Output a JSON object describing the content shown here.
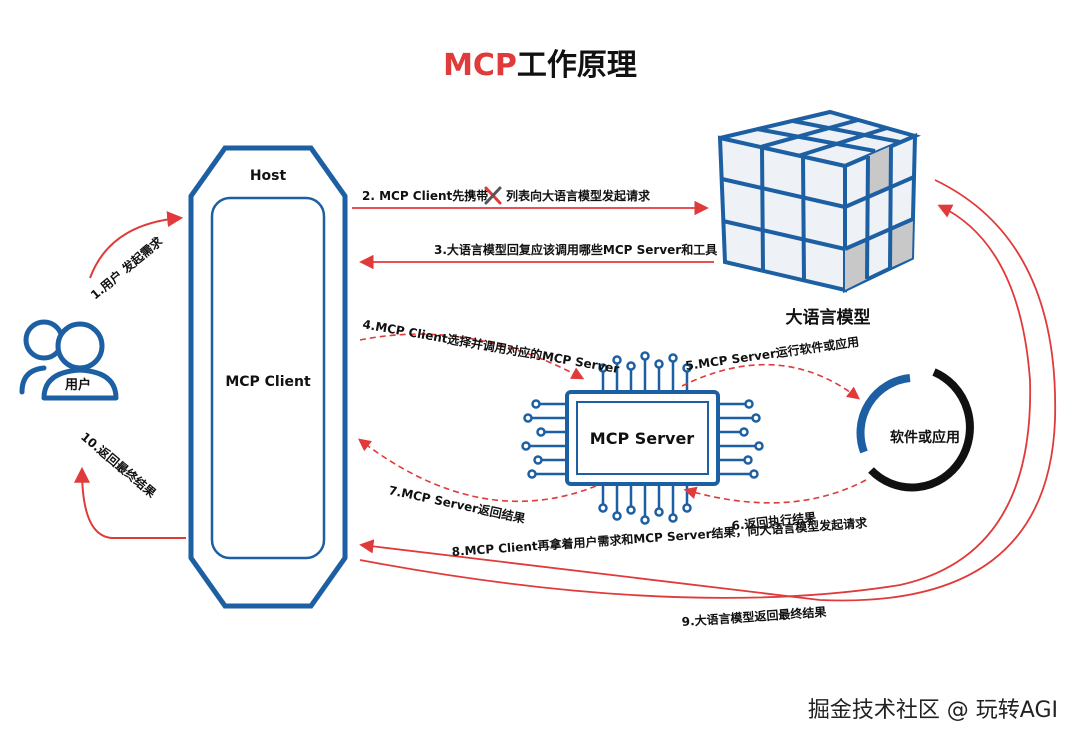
{
  "title": {
    "part1": "MCP",
    "part2": "工作原理"
  },
  "nodes": {
    "host": "Host",
    "mcp_client": "MCP Client",
    "user": "用户",
    "llm": "大语言模型",
    "mcp_server": "MCP Server",
    "software": "软件或应用"
  },
  "steps": {
    "s1": "1.用户 发起需求",
    "s2a": "2. MCP Client先携带",
    "s2b": "列表向大语言模型发起请求",
    "s3": "3.大语言模型回复应该调用哪些MCP Server和工具",
    "s4": "4.MCP Client选择并调用对应的MCP Server",
    "s5": "5.MCP Server运行软件或应用",
    "s6": "6.返回执行结果",
    "s7": "7.MCP Server返回结果",
    "s8": "8.MCP Client再拿着用户需求和MCP Server结果，向大语言模型发起请求",
    "s9": "9.大语言模型返回最终结果",
    "s10": "10.返回最终结果"
  },
  "watermark": "掘金技术社区 @ 玩转AGI",
  "colors": {
    "blue": "#1d5fa3",
    "red": "#e03a3a",
    "cube_face": "#eef1f5",
    "cube_gray": "#c8c8c8"
  },
  "icons": {
    "tools": "tools-icon",
    "user": "user-icon",
    "chip": "chip-icon",
    "cube": "cube-icon",
    "ring": "ring-icon"
  }
}
